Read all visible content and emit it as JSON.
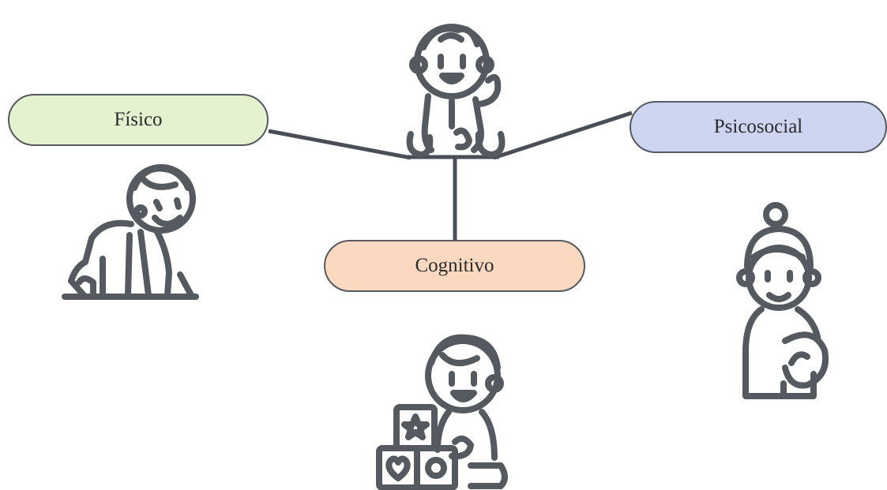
{
  "colors": {
    "line": "#4a4f57",
    "icon_stroke": "#555a61",
    "fisico_fill": "#e3f2cf",
    "psicosocial_fill": "#cdd5f1",
    "cognitivo_fill": "#fbd9c1"
  },
  "nodes": {
    "fisico": {
      "label": "Físico"
    },
    "psicosocial": {
      "label": "Psicosocial"
    },
    "cognitivo": {
      "label": "Cognitivo"
    }
  },
  "icons": {
    "center": "sitting-waving-baby-icon",
    "fisico": "crawling-baby-icon",
    "cognitivo": "child-playing-with-blocks-icon",
    "psicosocial": "pregnant-woman-icon"
  }
}
